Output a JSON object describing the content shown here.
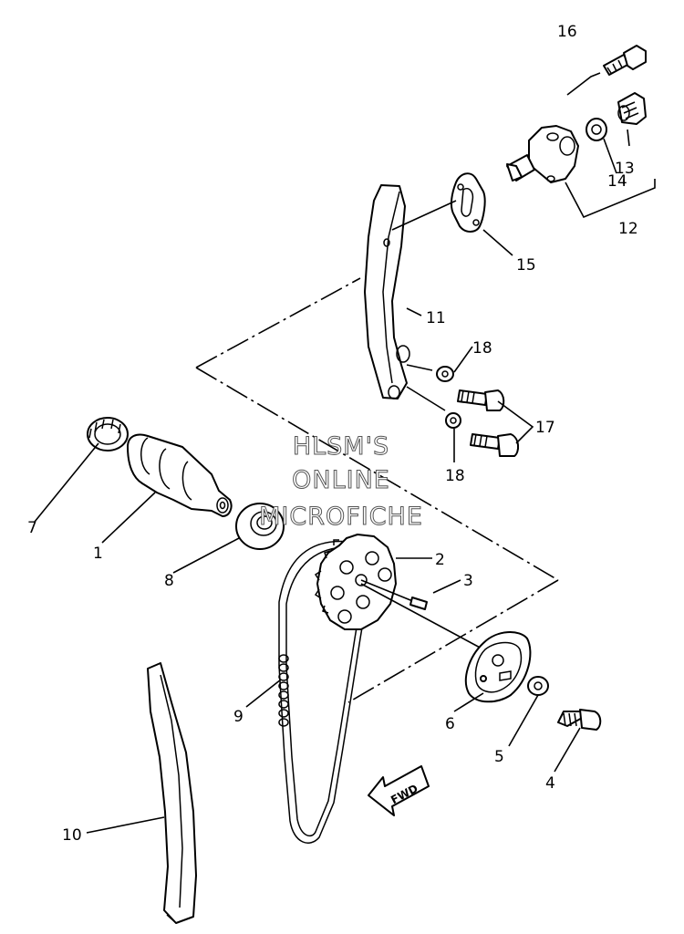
{
  "watermark": {
    "line1": "HLSM'S",
    "line2": "ONLINE",
    "line3": "MICROFICHE"
  },
  "direction_label": "FWD",
  "callouts": [
    {
      "id": "c1",
      "text": "1"
    },
    {
      "id": "c2",
      "text": "2"
    },
    {
      "id": "c3",
      "text": "3"
    },
    {
      "id": "c4",
      "text": "4"
    },
    {
      "id": "c5",
      "text": "5"
    },
    {
      "id": "c6",
      "text": "6"
    },
    {
      "id": "c7",
      "text": "7"
    },
    {
      "id": "c8",
      "text": "8"
    },
    {
      "id": "c9",
      "text": "9"
    },
    {
      "id": "c10",
      "text": "10"
    },
    {
      "id": "c11",
      "text": "11"
    },
    {
      "id": "c12",
      "text": "12"
    },
    {
      "id": "c13",
      "text": "13"
    },
    {
      "id": "c14",
      "text": "14"
    },
    {
      "id": "c15",
      "text": "15"
    },
    {
      "id": "c16",
      "text": "16"
    },
    {
      "id": "c17",
      "text": "17"
    },
    {
      "id": "c18a",
      "text": "18"
    },
    {
      "id": "c18b",
      "text": "18"
    }
  ]
}
